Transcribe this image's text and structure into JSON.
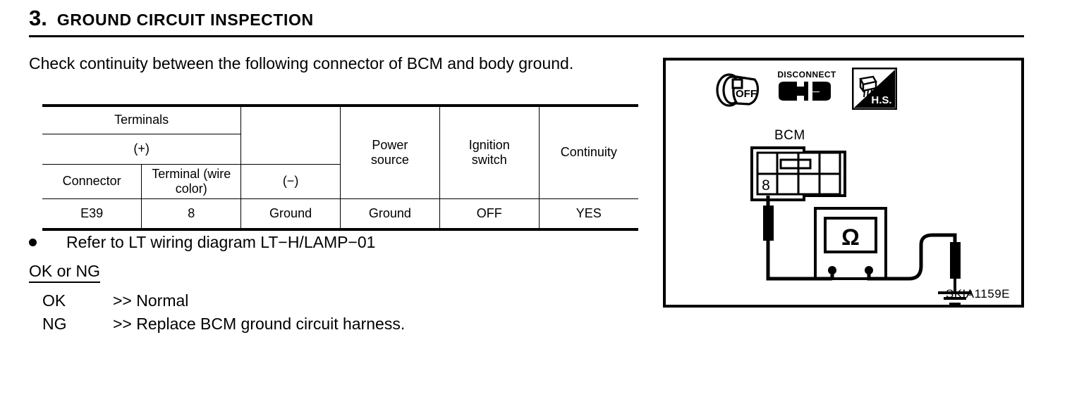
{
  "heading": {
    "number": "3.",
    "title": "GROUND CIRCUIT INSPECTION"
  },
  "intro": "Check continuity between the following connector of BCM and body ground.",
  "table": {
    "group_header": "Terminals",
    "plus_header": "(+)",
    "minus_header": "(−)",
    "columns": {
      "connector": "Connector",
      "terminal": "Terminal (wire color)",
      "power_source": "Power source",
      "power_source_l1": "Power",
      "power_source_l2": "source",
      "ignition_switch_l1": "Ignition",
      "ignition_switch_l2": "switch",
      "continuity": "Continuity"
    },
    "rows": [
      {
        "connector": "E39",
        "terminal": "8",
        "minus": "Ground",
        "power_source": "Ground",
        "ignition_switch": "OFF",
        "continuity": "YES"
      }
    ]
  },
  "notes": {
    "refer": "Refer to LT wiring diagram LT−H/LAMP−01"
  },
  "judgement": {
    "heading": "OK or NG",
    "results": [
      {
        "key": "OK",
        "arrow": ">>",
        "text": "Normal"
      },
      {
        "key": "NG",
        "arrow": ">>",
        "text": "Replace BCM ground circuit harness."
      }
    ]
  },
  "figure": {
    "icons": {
      "ignition_off": "OFF",
      "disconnect": "DISCONNECT",
      "harness_side": "H.S."
    },
    "component_label": "BCM",
    "pin_number": "8",
    "meter_symbol": "Ω",
    "code": "SKIA1159E"
  },
  "colors": {
    "ink": "#000000",
    "paper": "#ffffff"
  }
}
